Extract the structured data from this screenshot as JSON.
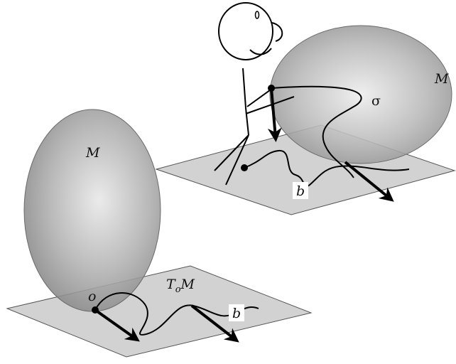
{
  "scene_bottom_left": {
    "manifold_label": "M",
    "tangent_plane_label_main": "T",
    "tangent_plane_label_sub": "o",
    "tangent_plane_label_end": "M",
    "base_point_label": "o",
    "path_label": "b"
  },
  "scene_top_right": {
    "manifold_label": "M",
    "curve_label": "σ",
    "path_label": "b"
  },
  "colors": {
    "plane_fill": "#d2d2d2",
    "manifold_light": "#e6e6e6",
    "manifold_dark": "#8a8a8a",
    "ink": "#000000"
  }
}
